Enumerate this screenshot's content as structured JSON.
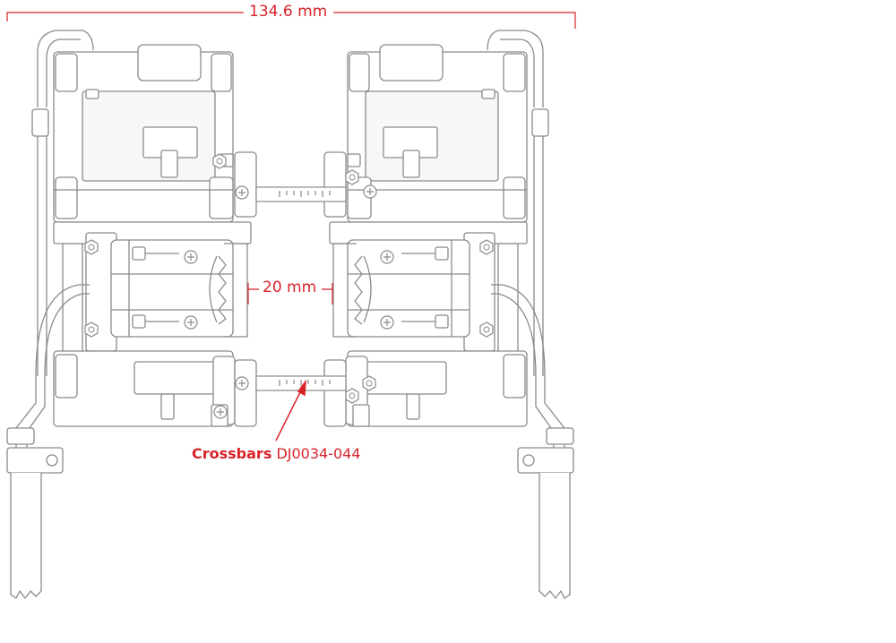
{
  "dimensions": {
    "overall_width": "134.6 mm",
    "gap": "20 mm"
  },
  "callout": {
    "name": "Crossbars",
    "part_number": "DJ0034-044"
  },
  "colors": {
    "accent": "#d8232a",
    "line": "#8a8a8a",
    "fill": "#ffffff",
    "shade": "#f2f2f2"
  }
}
